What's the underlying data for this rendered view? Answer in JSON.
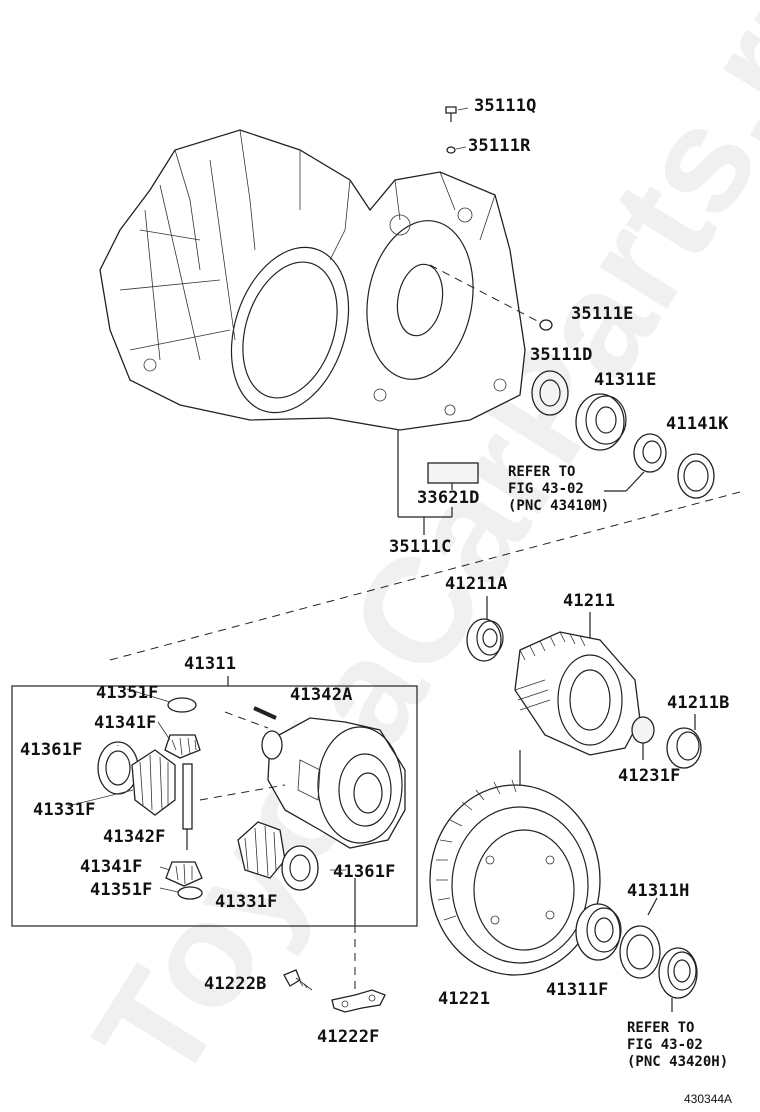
{
  "watermark": "ToyotaCarParts.ru",
  "figure_code": "430344A",
  "labels": {
    "p35111q": "35111Q",
    "p35111r": "35111R",
    "p35111e": "35111E",
    "p35111d": "35111D",
    "p41311e": "41311E",
    "p41141k": "41141K",
    "p33621d": "33621D",
    "p35111c": "35111C",
    "p41211a": "41211A",
    "p41211": "41211",
    "p41211b": "41211B",
    "p41231f": "41231F",
    "p41311": "41311",
    "p41351f_a": "41351F",
    "p41342a": "41342A",
    "p41341f_a": "41341F",
    "p41361f_a": "41361F",
    "p41331f_a": "41331F",
    "p41342f": "41342F",
    "p41341f_b": "41341F",
    "p41351f_b": "41351F",
    "p41331f_b": "41331F",
    "p41361f_b": "41361F",
    "p41221": "41221",
    "p41311f": "41311F",
    "p41311h": "41311H",
    "p41222b": "41222B",
    "p41222f": "41222F"
  },
  "refer_top": {
    "line1": "REFER TO",
    "line2": "FIG 43-02",
    "line3": "(PNC 43410M)"
  },
  "refer_bottom": {
    "line1": "REFER TO",
    "line2": "FIG 43-02",
    "line3": "(PNC 43420H)"
  }
}
